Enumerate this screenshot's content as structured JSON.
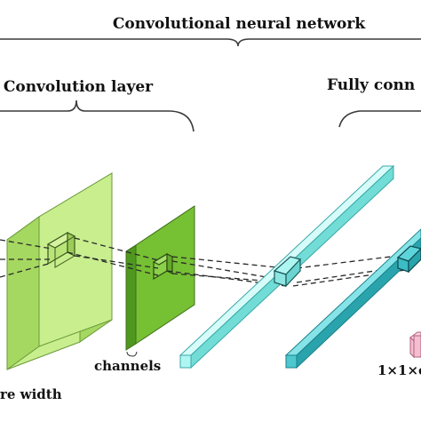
{
  "labels": {
    "network": "Convolutional neural network",
    "conv_layer": "Convolution layer",
    "fully_connected": "Fully conn",
    "channels": "channels",
    "feature_width": "re width",
    "output_dims": "1×1×c"
  },
  "colors": {
    "conv_large_front": "#c8ee8e",
    "conv_large_side": "#a5d860",
    "conv_large_top": "#dcf6ae",
    "conv_small_front": "#76c034",
    "conv_small_side": "#4f9820",
    "conv_small_top": "#98d658",
    "fc1_front": "#aef6f2",
    "fc1_top": "#d6fcfa",
    "fc1_side": "#72dcd6",
    "fc2_front": "#4cc8ce",
    "fc2_top": "#86e4e8",
    "fc2_side": "#2aa4ac",
    "output_node": "#f3bfd0"
  }
}
